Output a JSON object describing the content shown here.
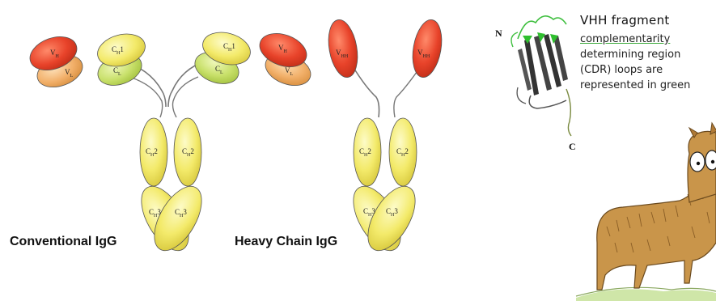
{
  "captions": {
    "conventional": "Conventional IgG",
    "heavy_chain": "Heavy Chain IgG"
  },
  "domains": {
    "vh": {
      "main": "V",
      "sub": "H"
    },
    "vl": {
      "main": "V",
      "sub": "L"
    },
    "ch1": {
      "main": "C",
      "sub": "H",
      "tail": "1"
    },
    "cl": {
      "main": "C",
      "sub": "L"
    },
    "ch2": {
      "main": "C",
      "sub": "H",
      "tail": "2"
    },
    "ch3": {
      "main": "C",
      "sub": "H",
      "tail": "3"
    },
    "vhh": {
      "main": "V",
      "sub": "HH"
    }
  },
  "vhh_legend": {
    "title": "VHH fragment",
    "lines": [
      "complementarity",
      "determining region",
      "(CDR) loops are",
      "represented in green"
    ],
    "n_label": "N",
    "c_label": "C"
  },
  "colors": {
    "vh": "#e8432a",
    "vl": "#f2b06a",
    "ch1": "#f5ee7a",
    "cl": "#c8e06a",
    "constant": "#f3ea6a",
    "vhh": "#e84a2e",
    "cdr_green": "#3fbf3f",
    "strand": "#333333"
  }
}
